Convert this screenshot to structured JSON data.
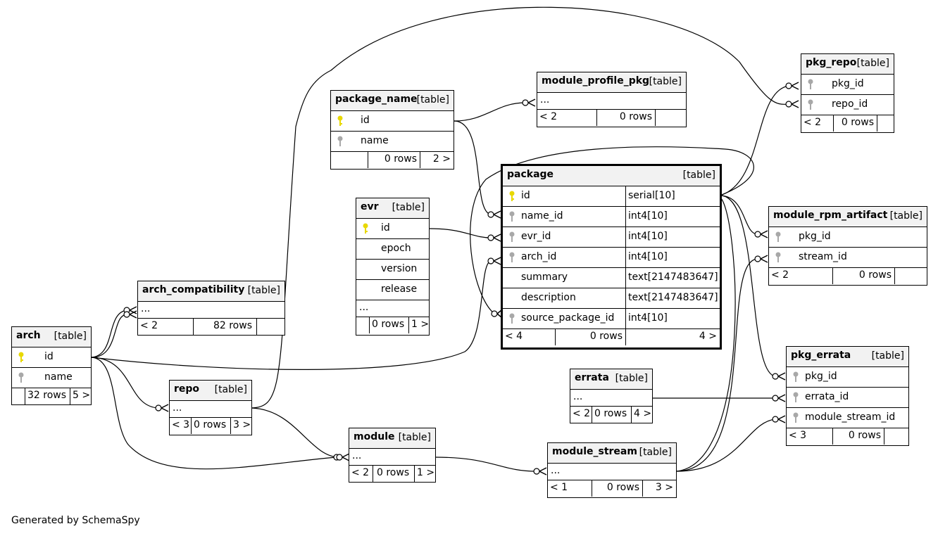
{
  "footer_text": "Generated by SchemaSpy",
  "colors": {
    "primary_key": "#e8d800",
    "foreign_key": "#a8a8a8",
    "header_bg": "#f2f2f2"
  },
  "tables": {
    "arch": {
      "name": "arch",
      "type": "[table]",
      "columns": [
        "id",
        "name"
      ],
      "parents": "",
      "rows": "32 rows",
      "children": "5 >"
    },
    "arch_compatibility": {
      "name": "arch_compatibility",
      "type": "[table]",
      "ellipsis": "...",
      "parents": "< 2",
      "rows": "82 rows",
      "children": ""
    },
    "repo": {
      "name": "repo",
      "type": "[table]",
      "ellipsis": "...",
      "parents": "< 3",
      "rows": "0 rows",
      "children": "3 >"
    },
    "package_name": {
      "name": "package_name",
      "type": "[table]",
      "columns": [
        "id",
        "name"
      ],
      "parents": "",
      "rows": "0 rows",
      "children": "2 >"
    },
    "evr": {
      "name": "evr",
      "type": "[table]",
      "columns": [
        "id",
        "epoch",
        "version",
        "release"
      ],
      "ellipsis": "...",
      "parents": "",
      "rows": "0 rows",
      "children": "1 >"
    },
    "module_profile_pkg": {
      "name": "module_profile_pkg",
      "type": "[table]",
      "ellipsis": "...",
      "parents": "< 2",
      "rows": "0 rows",
      "children": ""
    },
    "package": {
      "name": "package",
      "type": "[table]",
      "columns": [
        {
          "name": "id",
          "type": "serial[10]"
        },
        {
          "name": "name_id",
          "type": "int4[10]"
        },
        {
          "name": "evr_id",
          "type": "int4[10]"
        },
        {
          "name": "arch_id",
          "type": "int4[10]"
        },
        {
          "name": "summary",
          "type": "text[2147483647]"
        },
        {
          "name": "description",
          "type": "text[2147483647]"
        },
        {
          "name": "source_package_id",
          "type": "int4[10]"
        }
      ],
      "parents": "< 4",
      "rows": "0 rows",
      "children": "4 >"
    },
    "pkg_repo": {
      "name": "pkg_repo",
      "type": "[table]",
      "columns": [
        "pkg_id",
        "repo_id"
      ],
      "parents": "< 2",
      "rows": "0 rows",
      "children": ""
    },
    "module_rpm_artifact": {
      "name": "module_rpm_artifact",
      "type": "[table]",
      "columns": [
        "pkg_id",
        "stream_id"
      ],
      "parents": "< 2",
      "rows": "0 rows",
      "children": ""
    },
    "errata": {
      "name": "errata",
      "type": "[table]",
      "ellipsis": "...",
      "parents": "< 2",
      "rows": "0 rows",
      "children": "4 >"
    },
    "pkg_errata": {
      "name": "pkg_errata",
      "type": "[table]",
      "columns": [
        "pkg_id",
        "errata_id",
        "module_stream_id"
      ],
      "parents": "< 3",
      "rows": "0 rows",
      "children": ""
    },
    "module": {
      "name": "module",
      "type": "[table]",
      "ellipsis": "...",
      "parents": "< 2",
      "rows": "0 rows",
      "children": "1 >"
    },
    "module_stream": {
      "name": "module_stream",
      "type": "[table]",
      "ellipsis": "...",
      "parents": "< 1",
      "rows": "0 rows",
      "children": "3 >"
    }
  }
}
